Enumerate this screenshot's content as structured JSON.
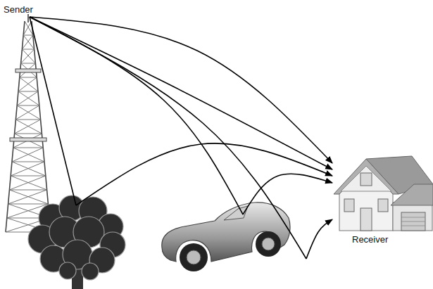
{
  "diagram": {
    "nodes": [
      {
        "text": [
          "Sender"
        ]
      },
      {
        "text": [
          "Receiver"
        ]
      }
    ],
    "edges": [
      {
        "from": 0,
        "to": 1,
        "arrow": "to"
      },
      {
        "from": 0,
        "to": 1,
        "arrow": "to"
      },
      {
        "from": 0,
        "to": 1,
        "arrow": "to"
      },
      {
        "from": 0,
        "to": 1,
        "arrow": "to"
      },
      {
        "from": 0,
        "to": 1,
        "arrow": "to"
      }
    ]
  }
}
